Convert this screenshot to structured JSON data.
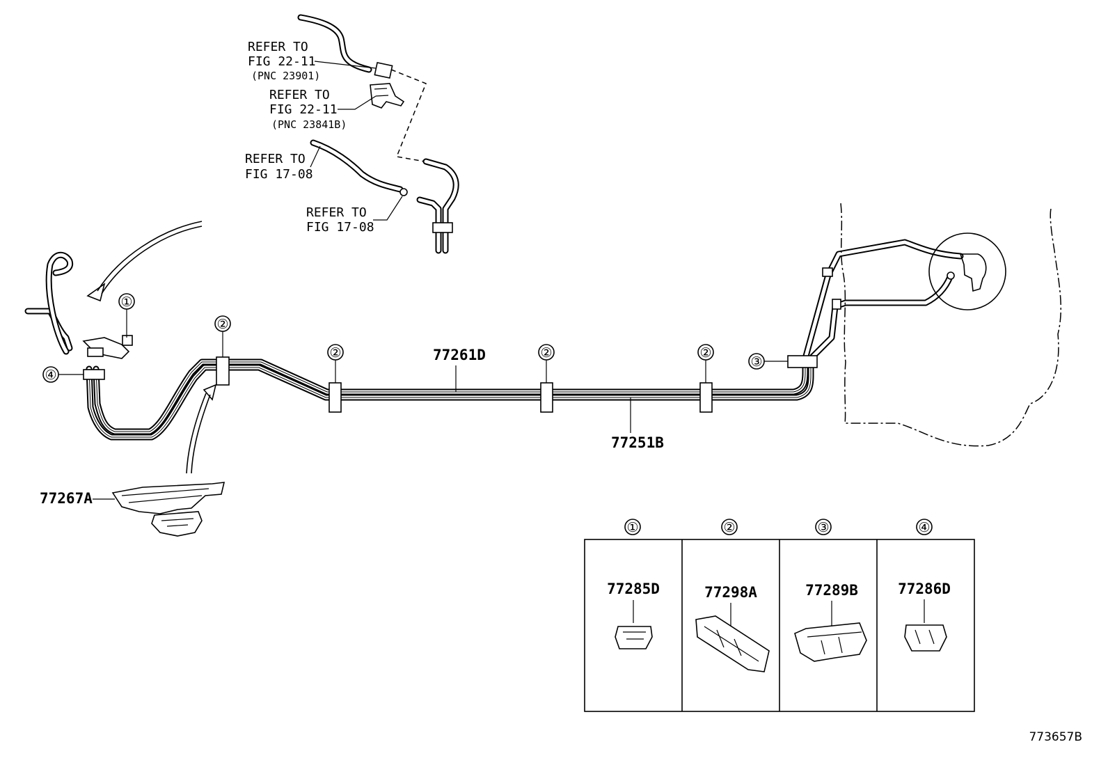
{
  "refs": [
    {
      "line1": "REFER TO",
      "line2": "FIG 22-11",
      "line3": "(PNC 23901)"
    },
    {
      "line1": "REFER TO",
      "line2": "FIG 22-11",
      "line3": "(PNC 23841B)"
    },
    {
      "line1": "REFER TO",
      "line2": "FIG 17-08"
    },
    {
      "line1": "REFER TO",
      "line2": "FIG 17-08"
    }
  ],
  "parts": {
    "tube_upper": "77261D",
    "tube_lower": "77251B",
    "protector": "77267A"
  },
  "callouts": [
    "①",
    "②",
    "③",
    "④"
  ],
  "legend": [
    {
      "num": "①",
      "part": "77285D"
    },
    {
      "num": "②",
      "part": "77298A"
    },
    {
      "num": "③",
      "part": "77289B"
    },
    {
      "num": "④",
      "part": "77286D"
    }
  ],
  "figure_code": "773657B"
}
